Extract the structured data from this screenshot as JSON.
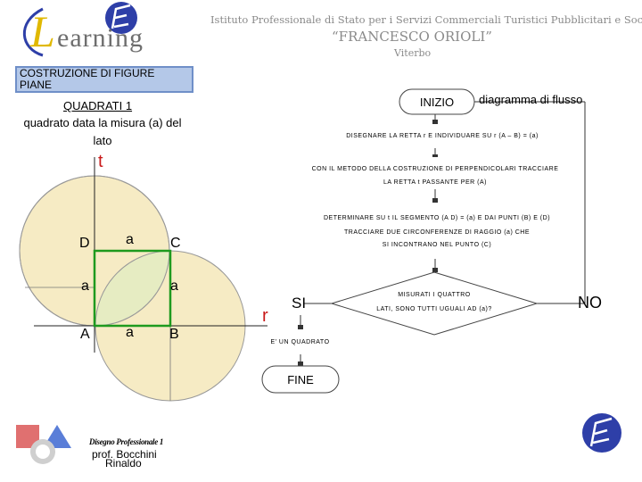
{
  "header": {
    "logo_word": "earning",
    "logo_letter": "L",
    "institute_line1": "Istituto Professionale di Stato per i Servizi Commerciali Turistici Pubblicitari e Sociali",
    "institute_line2": "“FRANCESCO ORIOLI”",
    "institute_line3": "Viterbo"
  },
  "title_box": "COSTRUZIONE DI FIGURE PIANE",
  "subtitle": "QUADRATI 1",
  "description": "quadrato data la misura (a) del lato",
  "flow_label": "diagramma di flusso",
  "flowchart": {
    "start": "INIZIO",
    "step1": "DISEGNARE LA RETTA r E INDIVIDUARE SU r (A – B) = (a)",
    "step2_line1": "CON IL METODO DELLA COSTRUZIONE DI PERPENDICOLARI TRACCIARE",
    "step2_line2": "LA RETTA t PASSANTE PER (A)",
    "step3": "DETERMINARE SU t IL SEGMENTO (A D) = (a) E DAI PUNTI (B) E (D)",
    "step4_line1": "TRACCIARE DUE CIRCONFERENZE DI RAGGIO (a) CHE",
    "step4_line2": "SI INCONTRANO NEL PUNTO (C)",
    "decision_line1": "MISURATI I QUATTRO",
    "decision_line2": "LATI, SONO TUTTI UGUALI AD (a)?",
    "yes": "SI",
    "no": "NO",
    "result": "E' UN QUADRATO",
    "end": "FINE"
  },
  "figure": {
    "line_t": "t",
    "line_r": "r",
    "point_D": "D",
    "point_C": "C",
    "point_A": "A",
    "point_B": "B",
    "side_top": "a",
    "side_left": "a",
    "side_right": "a",
    "side_bottom": "a"
  },
  "footer": {
    "course": "Disegno Professionale 1",
    "teacher_line1": "prof. Bocchini",
    "teacher_line2": "Rinaldo"
  },
  "colors": {
    "accent_blue": "#2e3fa8",
    "square_green": "#1e9a1e",
    "circle_fill": "#f6ebc4",
    "overlap_fill": "#e6ecc2",
    "title_box_fill": "#b4c8e8",
    "label_red": "#c81818"
  }
}
